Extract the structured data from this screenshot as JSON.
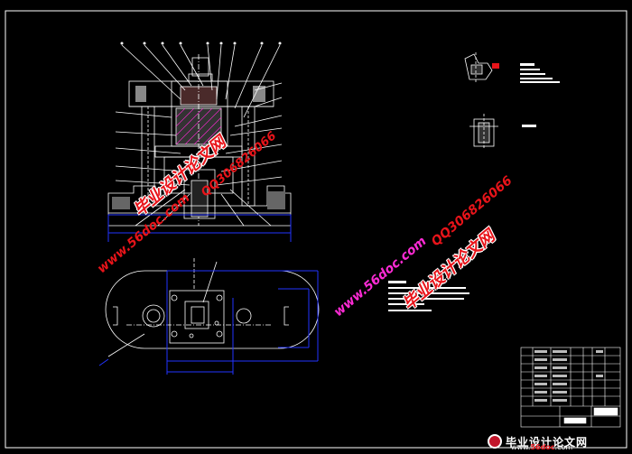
{
  "watermarks": {
    "site_url": "www.56doc.com",
    "qq": "QQ306826066",
    "brand": "毕业设计论文网"
  },
  "footer": {
    "brand": "毕业设计论文网",
    "url_prefix": "www.",
    "url_domain": "56doc",
    "url_suffix": ".com"
  },
  "colors": {
    "background": "#000000",
    "lines": "#ffffff",
    "dimensions": "#2233ff",
    "watermark_red": "#e8141a",
    "watermark_magenta": "#ff2bd6"
  }
}
